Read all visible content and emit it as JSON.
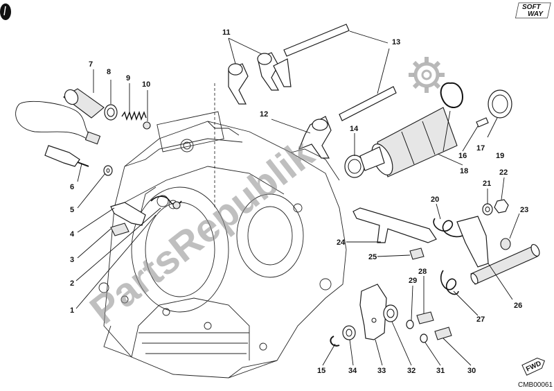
{
  "watermark": "PartsRepublik",
  "brand_badge": {
    "line1": "SOFT",
    "line2": "WAY"
  },
  "direction_tag": "FWD",
  "drawing_code": "CMB00061",
  "callouts": [
    "1",
    "2",
    "3",
    "4",
    "5",
    "6",
    "7",
    "8",
    "9",
    "10",
    "11",
    "12",
    "13",
    "14",
    "15",
    "16",
    "17",
    "18",
    "19",
    "20",
    "21",
    "22",
    "23",
    "24",
    "25",
    "26",
    "27",
    "28",
    "29",
    "30",
    "31",
    "32",
    "33",
    "34"
  ]
}
